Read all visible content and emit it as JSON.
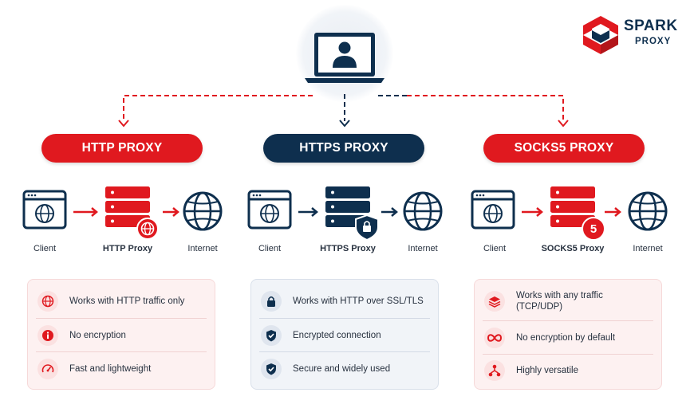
{
  "brand": {
    "name": "SPARK",
    "sub": "PROXY"
  },
  "colors": {
    "red": "#e0191f",
    "navy": "#0e2f4e"
  },
  "columns": [
    {
      "title": "HTTP PROXY",
      "client": "Client",
      "proxy": "HTTP Proxy",
      "internet": "Internet",
      "badge_icon": "globe-icon",
      "features": [
        {
          "icon": "globe-icon",
          "text": "Works with HTTP traffic only"
        },
        {
          "icon": "info-icon",
          "text": "No encryption"
        },
        {
          "icon": "speedometer-icon",
          "text": "Fast and lightweight"
        }
      ]
    },
    {
      "title": "HTTPS PROXY",
      "client": "Client",
      "proxy": "HTTPS Proxy",
      "internet": "Internet",
      "badge_icon": "lock-shield-icon",
      "features": [
        {
          "icon": "lock-icon",
          "text": "Works with HTTP over SSL/TLS"
        },
        {
          "icon": "shield-check-icon",
          "text": "Encrypted connection"
        },
        {
          "icon": "shield-check-icon",
          "text": "Secure and widely used"
        }
      ]
    },
    {
      "title": "SOCKS5 PROXY",
      "client": "Client",
      "proxy": "SOCKS5 Proxy",
      "internet": "Internet",
      "badge": "5",
      "features": [
        {
          "icon": "layers-icon",
          "text": "Works with any traffic",
          "text2": "(TCP/UDP)"
        },
        {
          "icon": "infinity-icon",
          "text": "No encryption by default"
        },
        {
          "icon": "network-icon",
          "text": "Highly versatile"
        }
      ]
    }
  ]
}
